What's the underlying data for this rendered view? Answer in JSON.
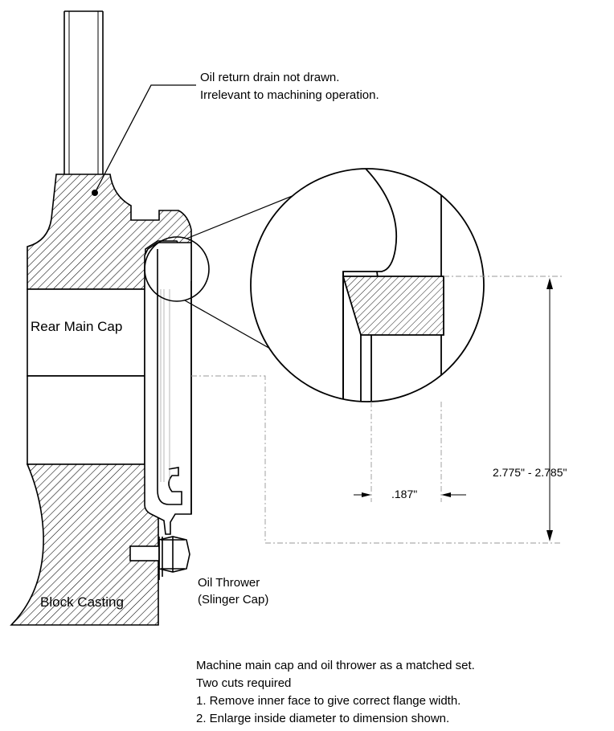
{
  "labels": {
    "drain_note_line1": "Oil return drain not drawn.",
    "drain_note_line2": "Irrelevant to machining operation.",
    "rear_main_cap": "Rear Main Cap",
    "block_casting": "Block Casting",
    "oil_thrower_line1": "Oil Thrower",
    "oil_thrower_line2": "(Slinger Cap)"
  },
  "dimensions": {
    "flange_width": ".187\"",
    "inside_diameter": "2.775\" - 2.785\""
  },
  "notes": [
    "Machine main cap and oil thrower as a matched set.",
    "Two cuts required",
    "1. Remove inner face to give correct flange width.",
    "2. Enlarge inside diameter to dimension shown."
  ]
}
